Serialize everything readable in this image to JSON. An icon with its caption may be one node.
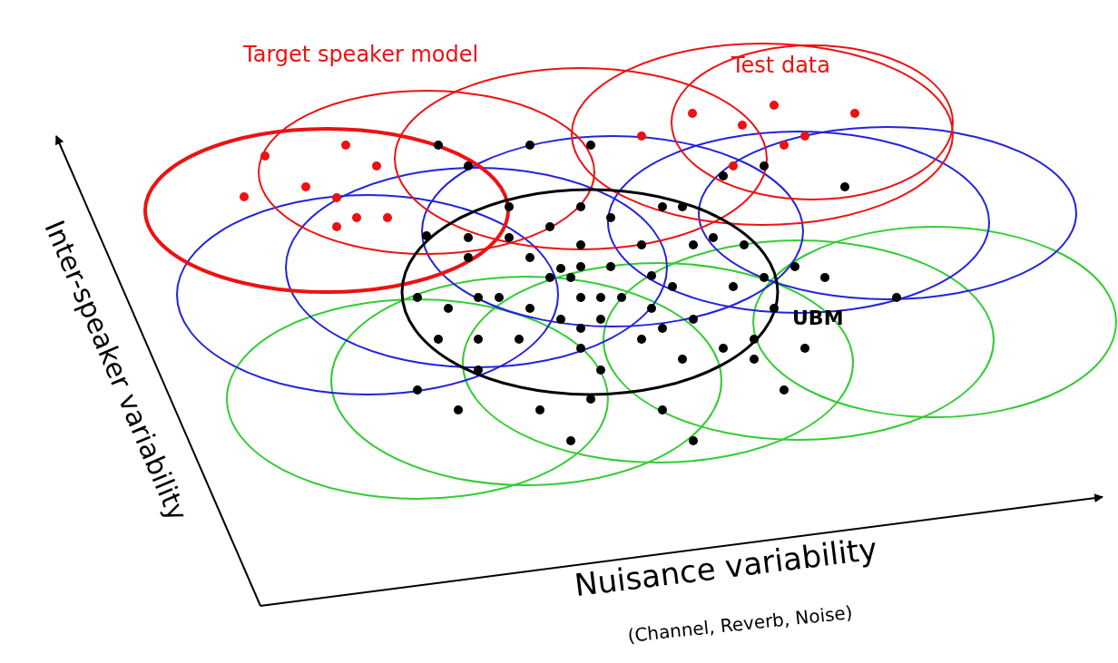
{
  "diagram": {
    "labels": [
      "Target speaker model",
      "Test data",
      "UBM",
      "Inter-speaker variability",
      "Nuisance variability",
      "(Channel, Reverb, Noise)"
    ]
  }
}
